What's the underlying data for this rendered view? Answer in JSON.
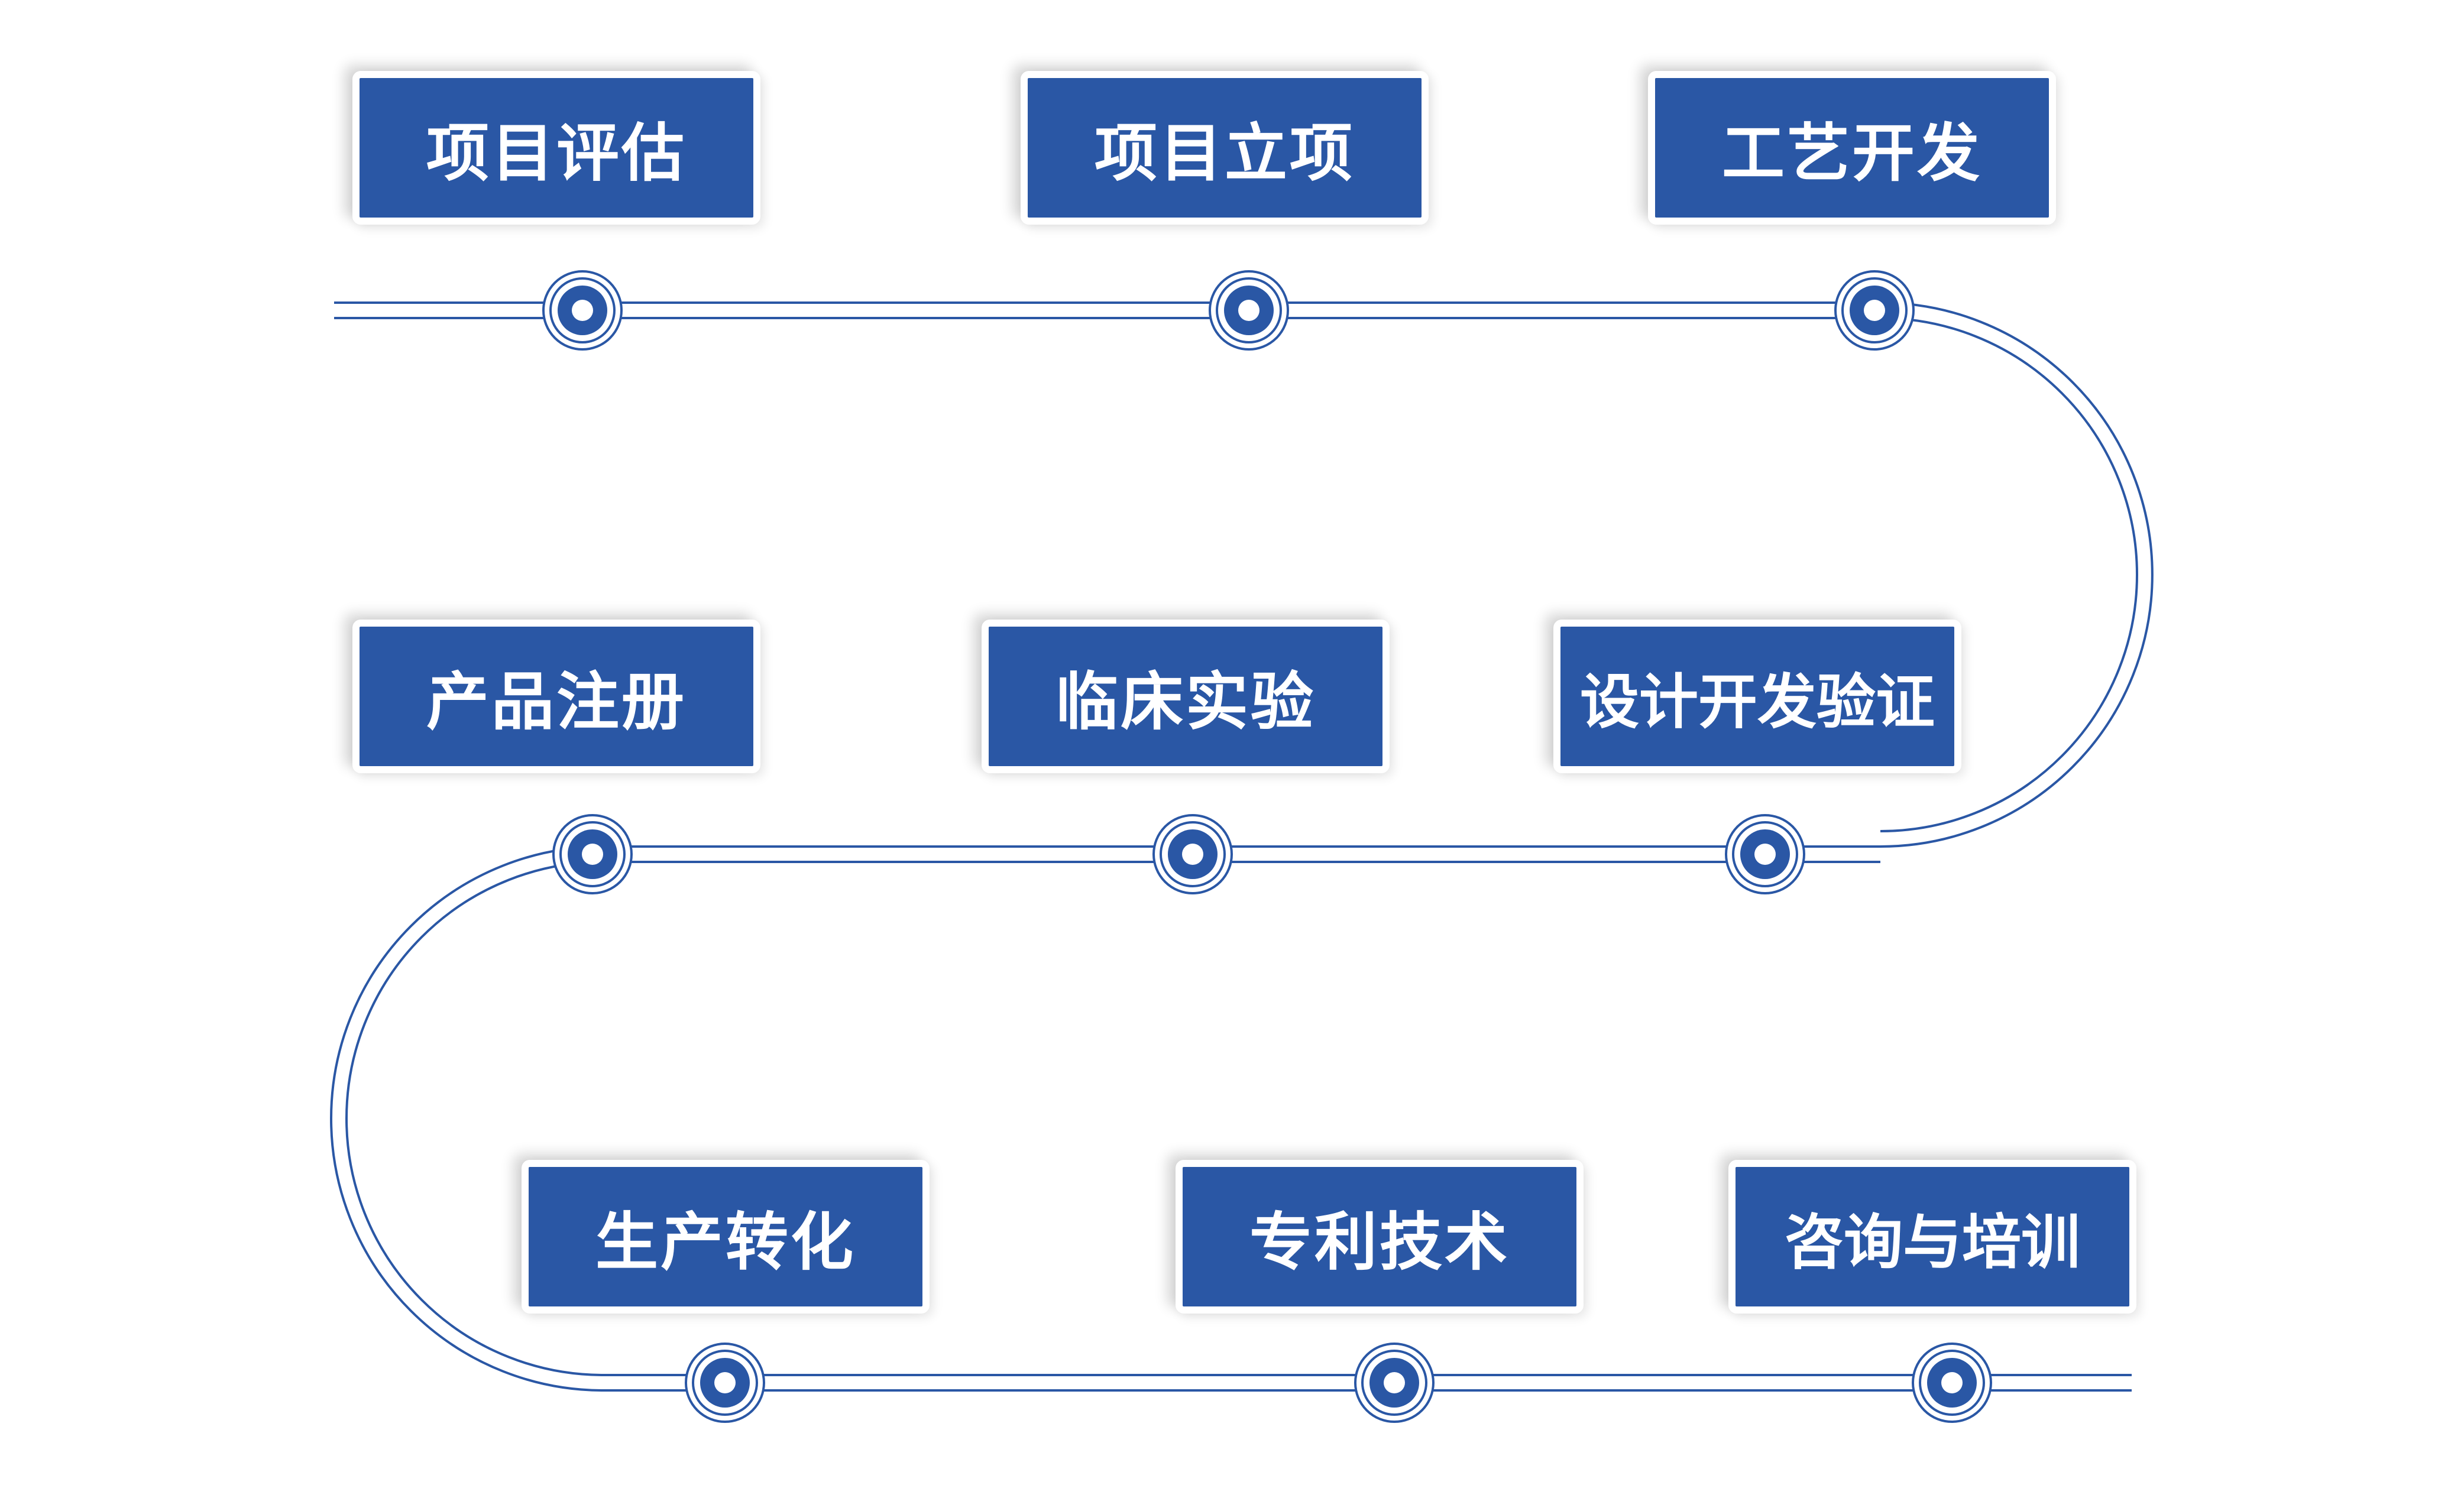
{
  "colors": {
    "box_fill": "#2a57a5",
    "path_stroke": "#2a57a5",
    "background": "#ffffff"
  },
  "steps": [
    {
      "label": "项目评估"
    },
    {
      "label": "项目立项"
    },
    {
      "label": "工艺开发"
    },
    {
      "label": "设计开发验证"
    },
    {
      "label": "临床实验"
    },
    {
      "label": "产品注册"
    },
    {
      "label": "生产转化"
    },
    {
      "label": "专利技术"
    },
    {
      "label": "咨询与培训"
    }
  ]
}
